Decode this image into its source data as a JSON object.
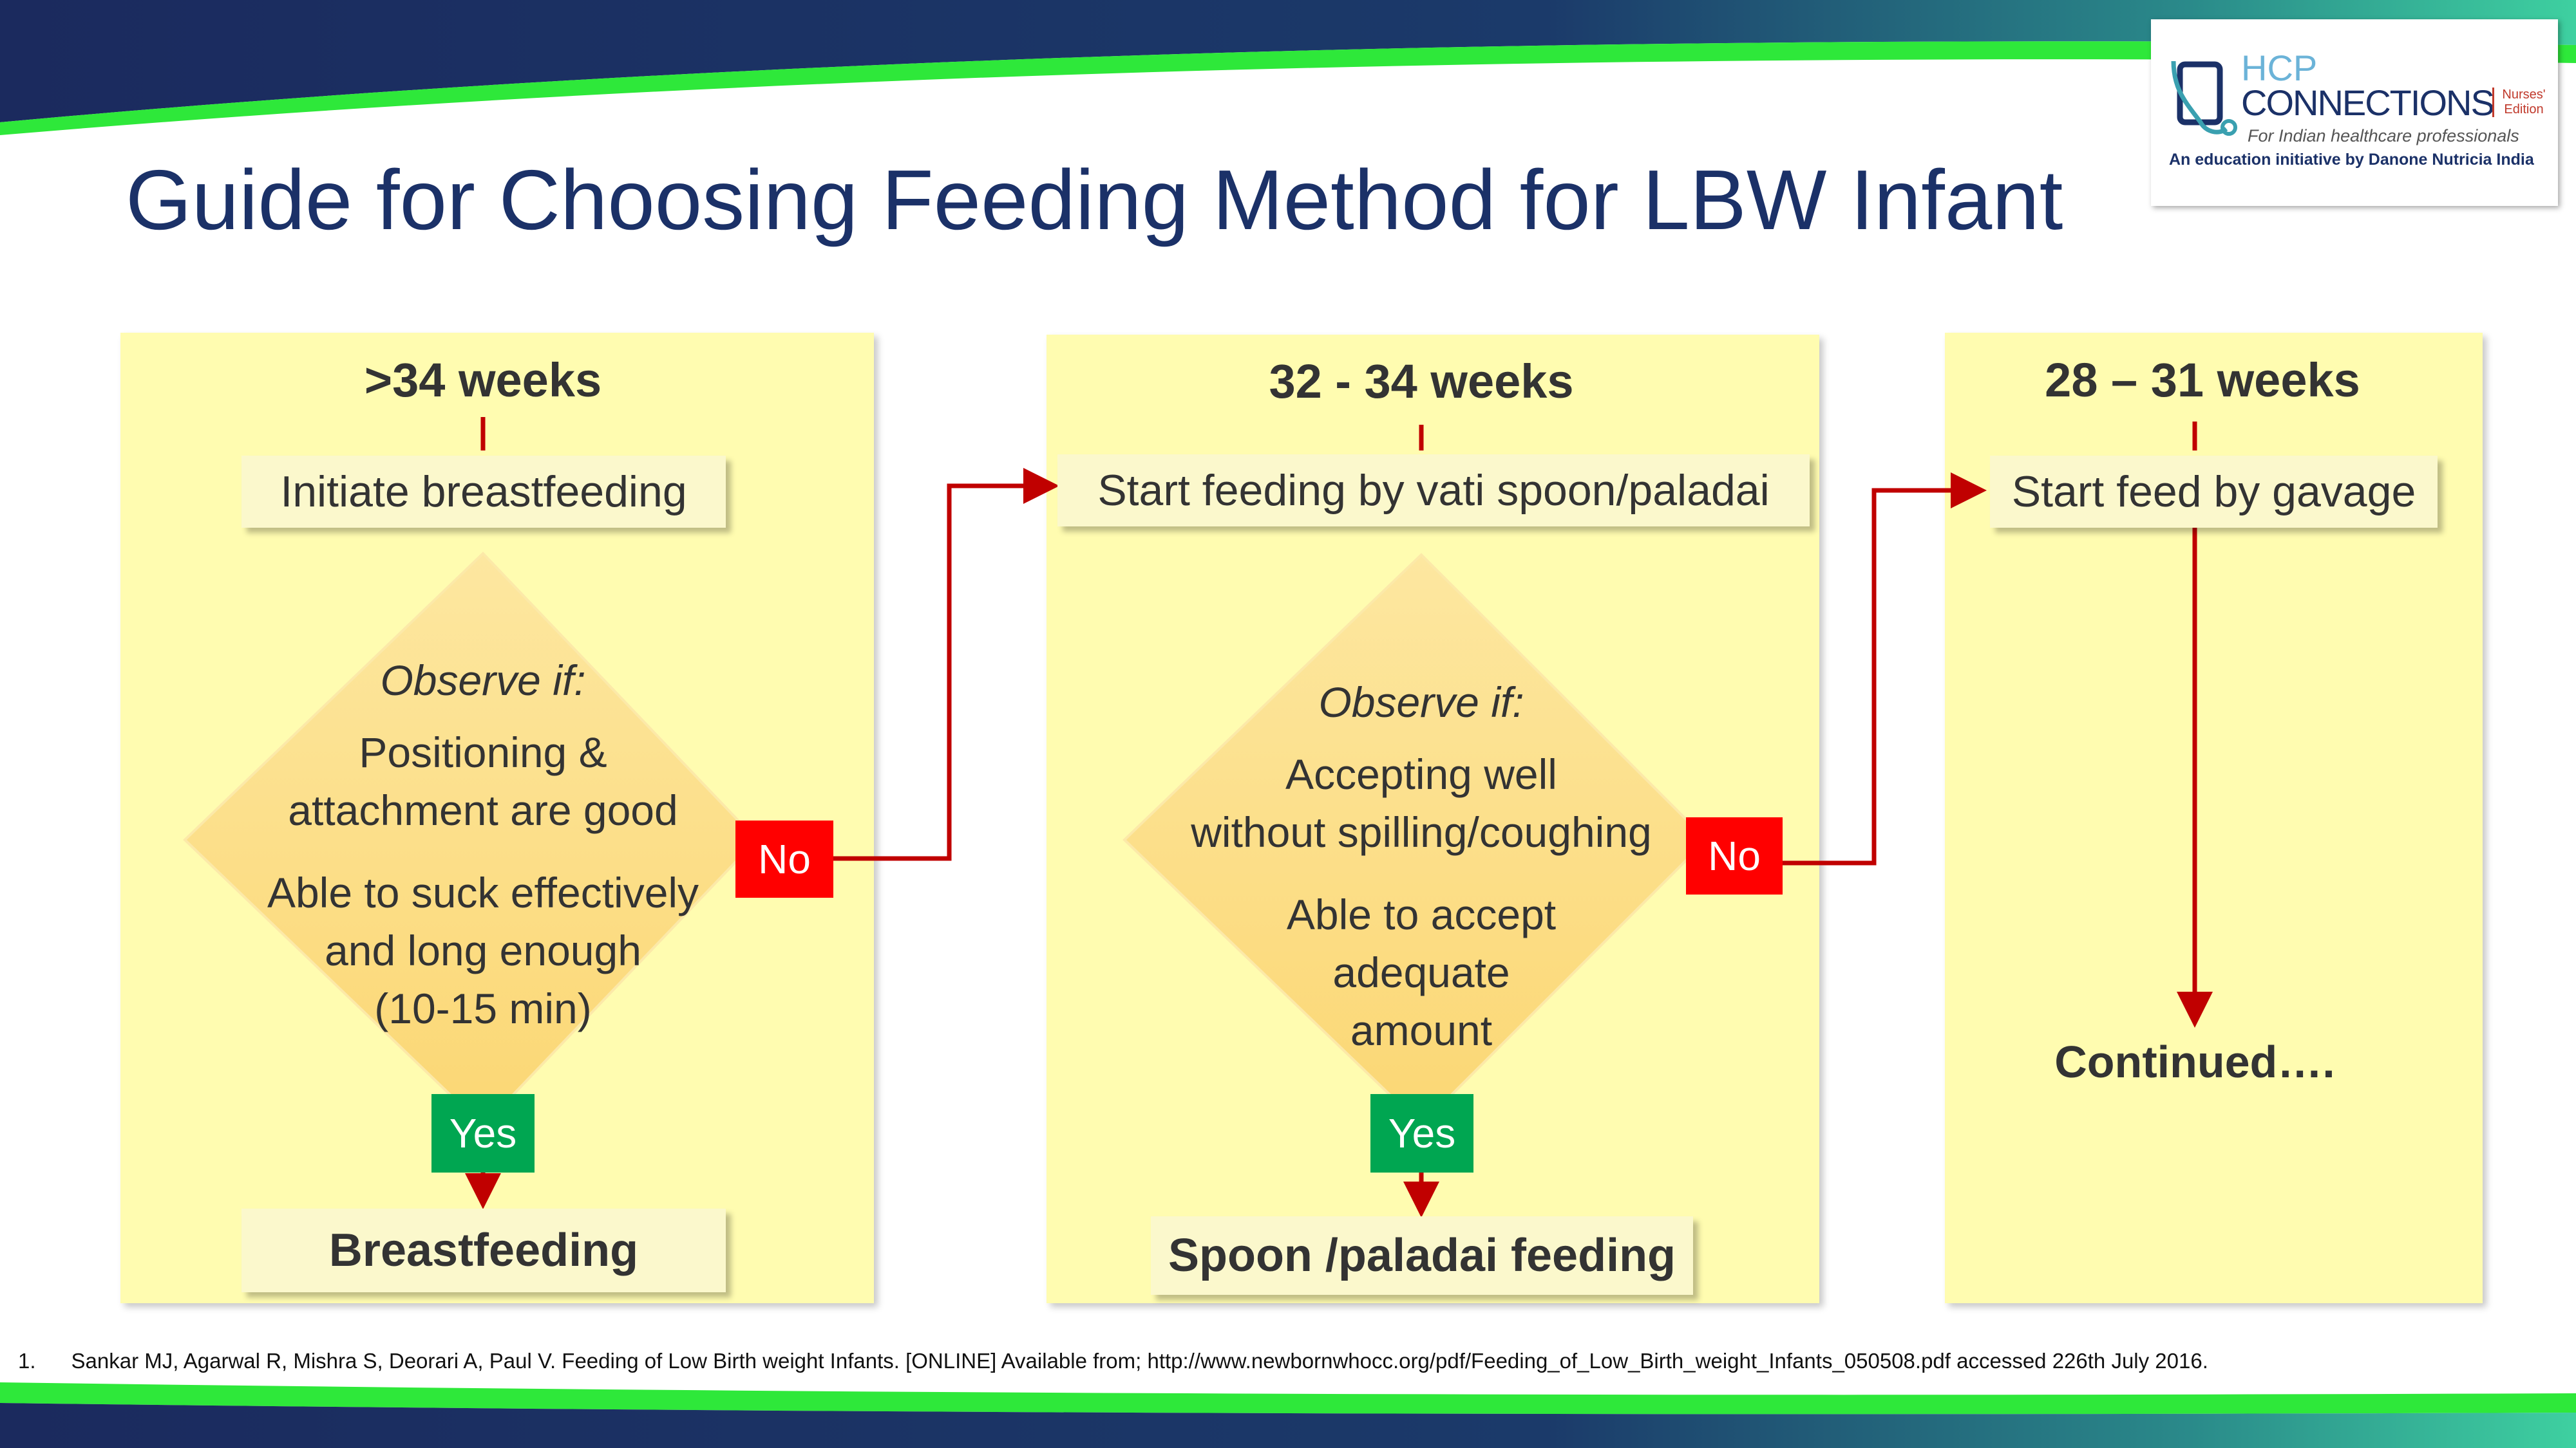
{
  "title": "Guide for Choosing Feeding Method for LBW Infant",
  "logo": {
    "line1": "HCP",
    "line2": "CONNECTIONS",
    "edition": [
      "Nurses'",
      "Edition"
    ],
    "tagline": "For Indian healthcare professionals",
    "initiative": "An education initiative by Danone Nutricia India"
  },
  "columns": [
    {
      "heading": ">34 weeks",
      "action": "Initiate breastfeeding",
      "observe_label": "Observe if:",
      "criteria": [
        "Positioning &",
        "attachment are good",
        "Able to suck effectively",
        "and long enough",
        "(10-15 min)"
      ],
      "no_label": "No",
      "yes_label": "Yes",
      "outcome": "Breastfeeding"
    },
    {
      "heading": "32 - 34 weeks",
      "action": "Start feeding by vati spoon/paladai",
      "observe_label": "Observe if:",
      "criteria": [
        "Accepting well",
        "without spilling/coughing",
        "Able to accept",
        "adequate",
        "amount"
      ],
      "no_label": "No",
      "yes_label": "Yes",
      "outcome": "Spoon /paladai feeding"
    },
    {
      "heading": "28 – 31 weeks",
      "action": "Start feed by gavage",
      "continued": "Continued…."
    }
  ],
  "footnote": "1.      Sankar MJ, Agarwal R, Mishra S, Deorari A, Paul V. Feeding of Low Birth weight Infants. [ONLINE] Available from; http://www.newbornwhocc.org/pdf/Feeding_of_Low_Birth_weight_Infants_050508.pdf accessed 226th July 2016.",
  "colors": {
    "navy": "#1b3168",
    "green": "#2ee83a",
    "arrow": "#c00000",
    "no_tag": "#ff0000",
    "yes_tag": "#00a651",
    "panel": "#fffcb0",
    "diamond": "#fcd97c"
  }
}
